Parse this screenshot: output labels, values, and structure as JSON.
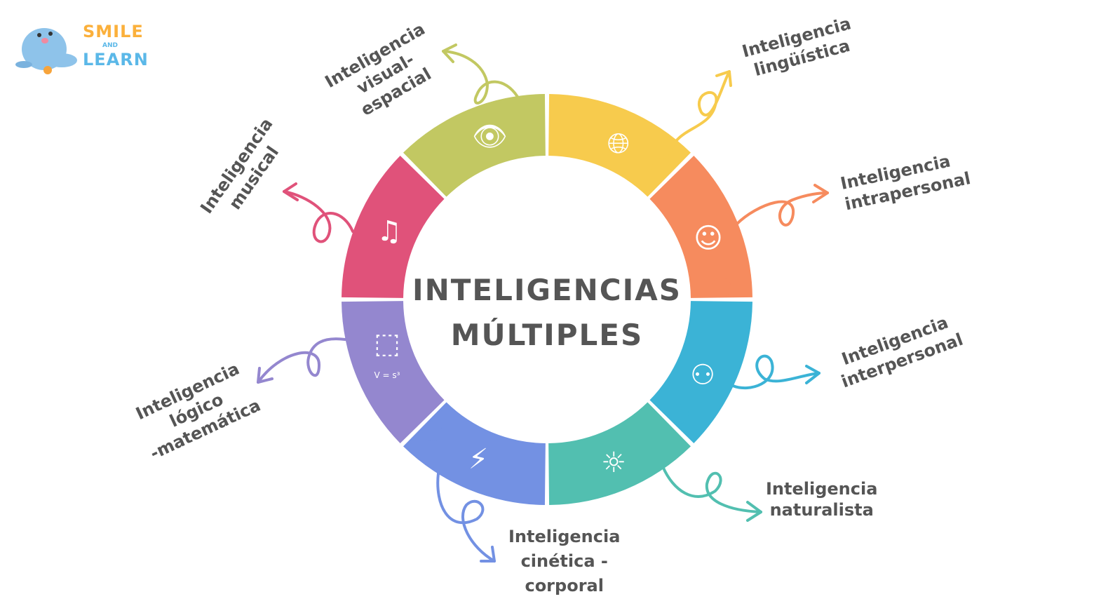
{
  "logo": {
    "line1": "SMILE",
    "line2": "AND",
    "line3": "LEARN"
  },
  "title": {
    "line1": "INTELIGENCIAS",
    "line2": "MÚLTIPLES"
  },
  "segments": [
    {
      "name": "lingüística",
      "color": "#F7CB4D",
      "label": [
        "Inteligencia",
        "lingüística"
      ],
      "icon": "globe-language-icon"
    },
    {
      "name": "intrapersonal",
      "color": "#F68B5E",
      "label": [
        "Inteligencia",
        "intrapersonal"
      ],
      "icon": "head-profile-icon"
    },
    {
      "name": "interpersonal",
      "color": "#3BB3D6",
      "label": [
        "Inteligencia",
        "interpersonal"
      ],
      "icon": "people-talking-icon"
    },
    {
      "name": "naturalista",
      "color": "#52BFB0",
      "label": [
        "Inteligencia",
        "naturalista"
      ],
      "icon": "mountain-sun-icon"
    },
    {
      "name": "cinética-corporal",
      "color": "#7391E3",
      "label": [
        "Inteligencia",
        "cinética -",
        "corporal"
      ],
      "icon": "climbing-person-icon"
    },
    {
      "name": "lógico-matemática",
      "color": "#9487CF",
      "label": [
        "Inteligencia",
        "lógico",
        "-matemática"
      ],
      "icon": "cube-icon",
      "formula": "V = s³"
    },
    {
      "name": "musical",
      "color": "#E0527A",
      "label": [
        "Inteligencia",
        "musical"
      ],
      "icon": "music-notes-icon"
    },
    {
      "name": "visual-espacial",
      "color": "#C2C862",
      "label": [
        "Inteligencia",
        "visual-",
        "espacial"
      ],
      "icon": "eye-browser-icon"
    }
  ]
}
